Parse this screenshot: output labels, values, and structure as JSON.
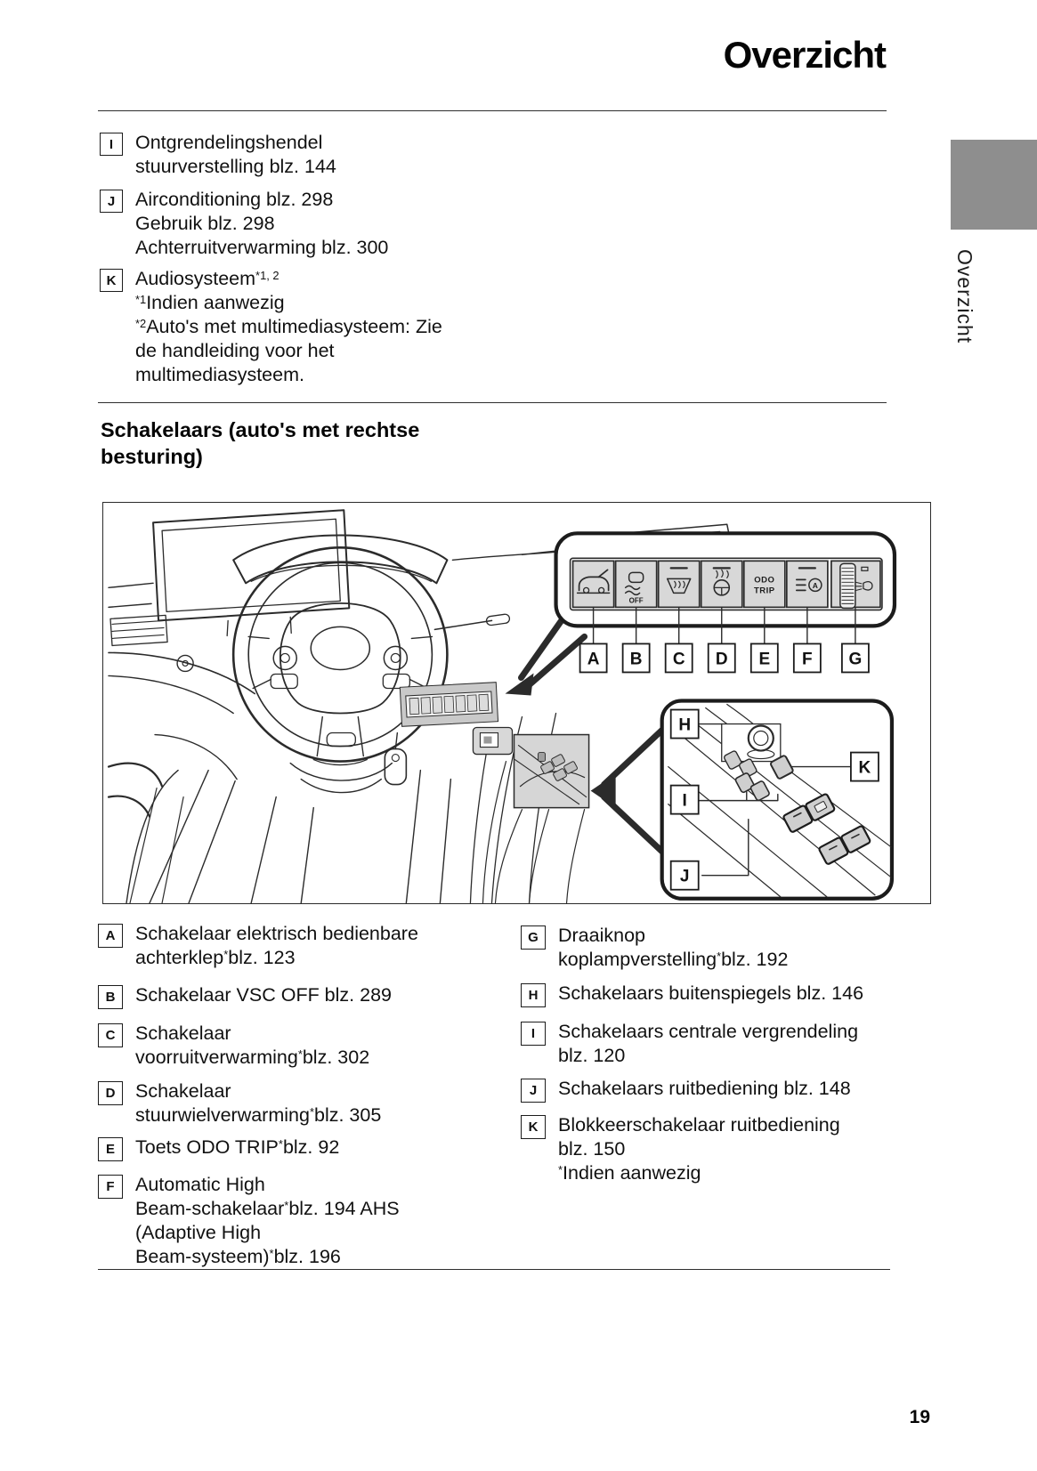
{
  "page": {
    "title": "Overzicht",
    "page_number": "19",
    "side_tab_label": "Overzicht",
    "side_tab_color": "#8e8e8e"
  },
  "top_list": {
    "item_i": {
      "letter": "I",
      "line1": "Ontgrendelingshendel",
      "line2": "stuurverstelling blz. 144"
    },
    "item_j": {
      "letter": "J",
      "line1": "Airconditioning blz. 298",
      "line2": "Gebruik blz. 298",
      "line3": "Achterruitverwarming blz. 300"
    },
    "item_k": {
      "letter": "K",
      "title": "Audiosysteem",
      "title_sup": "*1, 2",
      "fn1_sup": "*1",
      "fn1": "Indien aanwezig",
      "fn2_sup": "*2",
      "fn2": "Auto's met multimediasysteem: Zie",
      "fn2_line2": "de handleiding voor het",
      "fn2_line3": "multimediasysteem."
    }
  },
  "section_heading": {
    "line1": "Schakelaars (auto's met rechtse",
    "line2": "besturing)"
  },
  "diagram": {
    "callout_a": "A",
    "callout_b": "B",
    "callout_c": "C",
    "callout_d": "D",
    "callout_e": "E",
    "callout_f": "F",
    "callout_g": "G",
    "callout_h": "H",
    "callout_i": "I",
    "callout_j": "J",
    "callout_k": "K",
    "switch_texts": {
      "vsc_off": "OFF",
      "odo": "ODO",
      "trip": "TRIP",
      "auto_a": "A"
    }
  },
  "legend_left": [
    {
      "letter": "A",
      "l1": "Schakelaar elektrisch bedienbare",
      "l2a": "achterklep",
      "l2sup": "*",
      "l2b": "blz. 123"
    },
    {
      "letter": "B",
      "l1": "Schakelaar VSC OFF blz. 289"
    },
    {
      "letter": "C",
      "l1": "Schakelaar",
      "l2a": "voorruitverwarming",
      "l2sup": "*",
      "l2b": "blz. 302"
    },
    {
      "letter": "D",
      "l1": "Schakelaar",
      "l2a": "stuurwielverwarming",
      "l2sup": "*",
      "l2b": "blz. 305"
    },
    {
      "letter": "E",
      "l1a": "Toets ODO TRIP",
      "l1sup": "*",
      "l1b": "blz. 92"
    },
    {
      "letter": "F",
      "l1": "Automatic High",
      "l2a": "Beam-schakelaar",
      "l2sup": "*",
      "l2b": "blz. 194 AHS",
      "l3": "(Adaptive High",
      "l4a": "Beam-systeem)",
      "l4sup": "*",
      "l4b": "blz. 196"
    }
  ],
  "legend_right": [
    {
      "letter": "G",
      "l1": "Draaiknop",
      "l2a": "koplampverstelling",
      "l2sup": "*",
      "l2b": "blz. 192"
    },
    {
      "letter": "H",
      "l1": "Schakelaars buitenspiegels blz. 146"
    },
    {
      "letter": "I",
      "l1": "Schakelaars centrale vergrendeling",
      "l2": "blz. 120"
    },
    {
      "letter": "J",
      "l1": "Schakelaars ruitbediening blz. 148"
    },
    {
      "letter": "K",
      "l1": "Blokkeerschakelaar ruitbediening",
      "l2": "blz. 150",
      "l3sup": "*",
      "l3": "Indien aanwezig"
    }
  ]
}
